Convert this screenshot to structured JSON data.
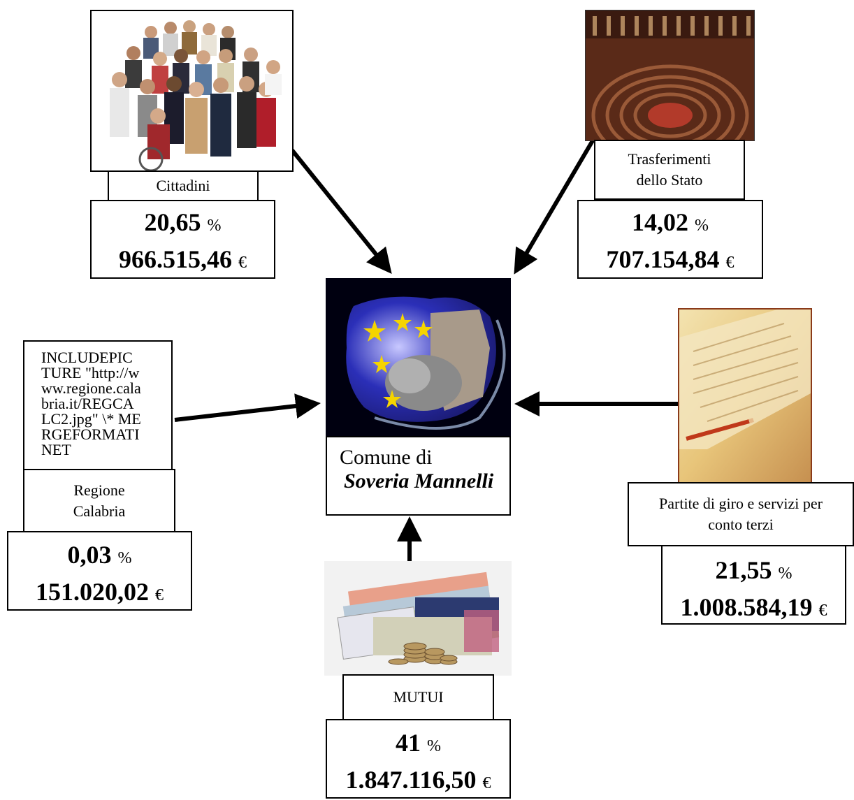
{
  "center": {
    "title_line1": "Comune di",
    "title_line2": "Soveria Mannelli"
  },
  "sources": {
    "cittadini": {
      "label": "Cittadini",
      "percent": "20,65",
      "amount": "966.515,46"
    },
    "stato": {
      "label_line1": "Trasferimenti",
      "label_line2": "dello Stato",
      "percent": "14,02",
      "amount": "707.154,84"
    },
    "regione": {
      "placeholder_lines": [
        "INCLUDEPIC",
        "TURE \"http://w",
        "ww.regione.cala",
        "bria.it/REGCA",
        "LC2.jpg\" \\* ME",
        "RGEFORMATI",
        "NET"
      ],
      "label_line1": "Regione",
      "label_line2": "Calabria",
      "percent": "0,03",
      "amount": "151.020,02"
    },
    "partite": {
      "label_line1": "Partite di giro e servizi per",
      "label_line2": "conto terzi",
      "percent": "21,55",
      "amount": "1.008.584,19"
    },
    "mutui": {
      "label": "MUTUI",
      "percent": "41",
      "amount": "1.847.116,50"
    }
  },
  "units": {
    "percent": "%",
    "currency": "€"
  },
  "colors": {
    "arrow": "#000000",
    "logo_bg": "#000010",
    "eu_blue": "#2b2fb8",
    "star": "#f5d400"
  }
}
